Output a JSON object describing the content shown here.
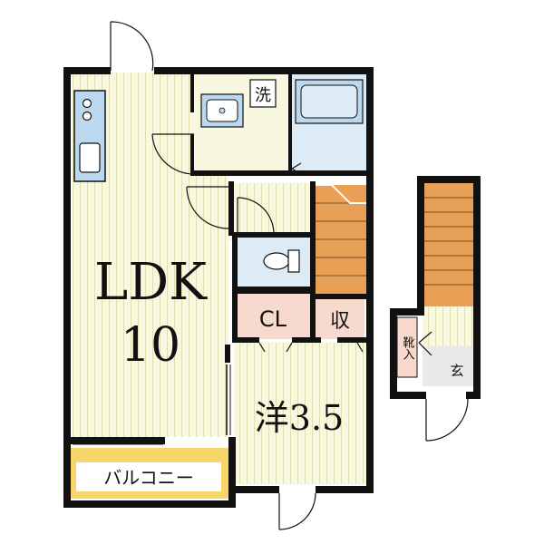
{
  "rooms": {
    "ldk_name": "LDK",
    "ldk_size": "10",
    "western_room": "洋3.5",
    "closet": "CL",
    "storage": "収",
    "balcony": "バルコニー",
    "laundry": "洗",
    "shoe_box": "靴入",
    "entrance": "玄"
  },
  "colors": {
    "wall": "#111111",
    "floor_wood": "#f7f8df",
    "floor_stripe": "#e0dfb0",
    "wet_area": "#dcebf6",
    "fixture_blue": "#bcd8ef",
    "stairs": "#e7a055",
    "storage_pink": "#f7d9cd",
    "balcony_yellow": "#f7d56a",
    "entrance_gray": "#e9e9e9"
  }
}
